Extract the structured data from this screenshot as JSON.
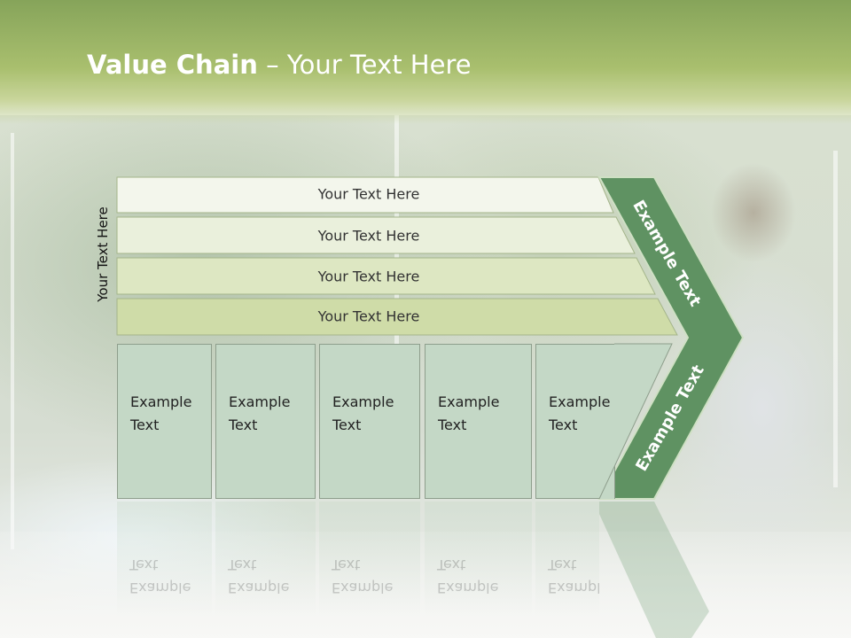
{
  "slide": {
    "title_bold": "Value Chain",
    "title_rest": " – Your Text Here",
    "side_label": "Your Text Here"
  },
  "rows": [
    {
      "label": "Your Text Here",
      "fill": "#f3f6ec"
    },
    {
      "label": "Your Text Here",
      "fill": "#eaf0dc"
    },
    {
      "label": "Your Text Here",
      "fill": "#dde7c2"
    },
    {
      "label": "Your Text Here",
      "fill": "#cfdca8"
    }
  ],
  "boxes": [
    {
      "text": "Example\nText"
    },
    {
      "text": "Example\nText"
    },
    {
      "text": "Example\nText"
    },
    {
      "text": "Example\nText"
    },
    {
      "text": "Example\nText"
    }
  ],
  "chevron": {
    "upper_text": "Example Text",
    "lower_text": "Example Text",
    "fill": "#5f9262",
    "stroke": "#cfe0c4"
  }
}
